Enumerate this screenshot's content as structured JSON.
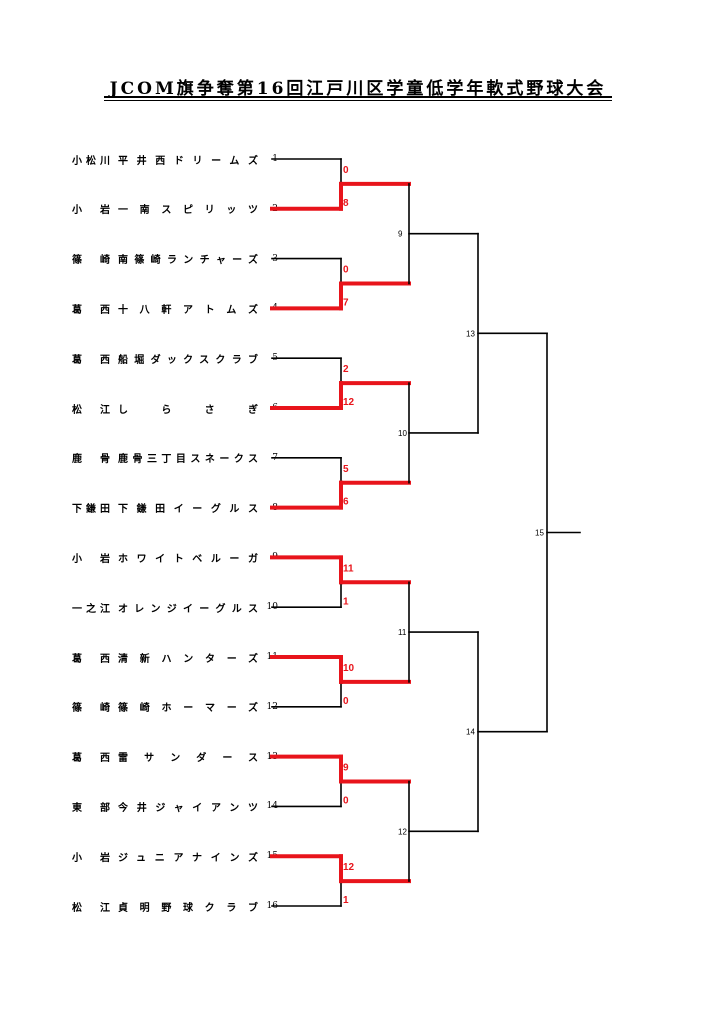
{
  "title": "JCOM旗争奪第16回江戸川区学童低学年軟式野球大会",
  "teams": [
    {
      "seed": "1",
      "area": "小松川",
      "name": "平井西ドリームズ"
    },
    {
      "seed": "2",
      "area": "小岩",
      "name": "一南スピリッツ"
    },
    {
      "seed": "3",
      "area": "篠崎",
      "name": "南篠崎ランチャーズ"
    },
    {
      "seed": "4",
      "area": "葛西",
      "name": "十八軒アトムズ"
    },
    {
      "seed": "5",
      "area": "葛西",
      "name": "船堀ダックスクラブ"
    },
    {
      "seed": "6",
      "area": "松江",
      "name": "しらさぎ"
    },
    {
      "seed": "7",
      "area": "鹿骨",
      "name": "鹿骨三丁目スネークス"
    },
    {
      "seed": "8",
      "area": "下鎌田",
      "name": "下鎌田イーグルス"
    },
    {
      "seed": "9",
      "area": "小岩",
      "name": "ホワイトベルーガ"
    },
    {
      "seed": "10",
      "area": "一之江",
      "name": "オレンジイーグルス"
    },
    {
      "seed": "11",
      "area": "葛西",
      "name": "清新ハンターズ"
    },
    {
      "seed": "12",
      "area": "篠崎",
      "name": "篠崎ホーマーズ"
    },
    {
      "seed": "13",
      "area": "葛西",
      "name": "雷サンダース"
    },
    {
      "seed": "14",
      "area": "東部",
      "name": "今井ジャイアンツ"
    },
    {
      "seed": "15",
      "area": "小岩",
      "name": "ジュニアナインズ"
    },
    {
      "seed": "16",
      "area": "松江",
      "name": "貞明野球クラブ"
    }
  ],
  "round1_scores": [
    [
      "0",
      "8"
    ],
    [
      "0",
      "7"
    ],
    [
      "2",
      "12"
    ],
    [
      "5",
      "6"
    ],
    [
      "11",
      "1"
    ],
    [
      "10",
      "0"
    ],
    [
      "9",
      "0"
    ],
    [
      "12",
      "1"
    ]
  ],
  "match_numbers": {
    "round2": [
      "9",
      "10",
      "11",
      "12"
    ],
    "semifinal": [
      "13",
      "14"
    ],
    "final": "15"
  },
  "colors": {
    "winner": "#e8141b",
    "line": "#000000"
  }
}
